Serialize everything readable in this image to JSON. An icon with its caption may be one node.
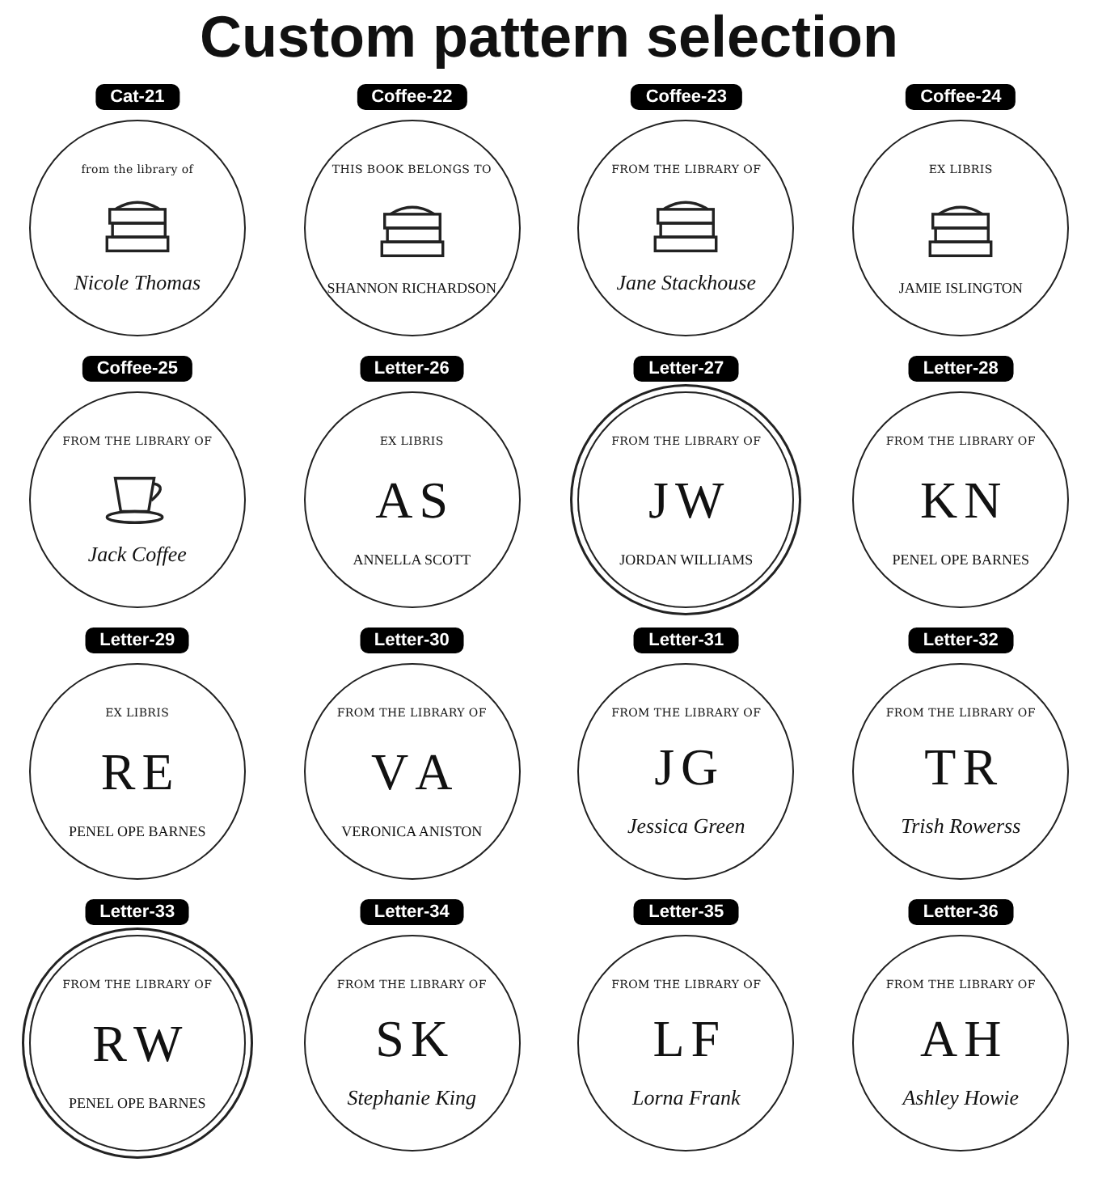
{
  "diagram": {
    "title": "Custom pattern selection",
    "nodes": [
      {
        "text": [
          "Cat-21"
        ]
      },
      {
        "text": [
          "from the library of",
          "Nicole Thomas"
        ]
      },
      {
        "text": [
          "Coffee-22"
        ]
      },
      {
        "text": [
          "THIS BOOK BELONGS TO",
          "SHANNON RICHARDSON"
        ]
      },
      {
        "text": [
          "Coffee-23"
        ]
      },
      {
        "text": [
          "FROM THE LIBRARY OF",
          "Jane Stackhouse"
        ]
      },
      {
        "text": [
          "Coffee-24"
        ]
      },
      {
        "text": [
          "EX LIBRIS",
          "JAMIE ISLINGTON"
        ]
      },
      {
        "text": [
          "Coffee-25"
        ]
      },
      {
        "text": [
          "FROM THE LIBRARY OF",
          "Jack Coffee"
        ]
      },
      {
        "text": [
          "Letter-26"
        ]
      },
      {
        "text": [
          "EX LIBRIS",
          "A",
          "S",
          "ANNELLA SCOTT"
        ]
      },
      {
        "text": [
          "Letter-27"
        ]
      },
      {
        "text": [
          "FROM THE LIBRARY OF",
          "J",
          "W",
          "JORDAN WILLIAMS"
        ]
      },
      {
        "text": [
          "Letter-28"
        ]
      },
      {
        "text": [
          "FROM THE LIBRARY OF",
          "K",
          "N",
          "PENEL OPE BARNES"
        ]
      },
      {
        "text": [
          "Letter-29"
        ]
      },
      {
        "text": [
          "EX LIBRIS",
          "R",
          "E",
          "PENEL OPE BARNES"
        ]
      },
      {
        "text": [
          "Letter-30"
        ]
      },
      {
        "text": [
          "FROM THE LIBRARY OF",
          "V",
          "A",
          "VERONICA ANISTON"
        ]
      },
      {
        "text": [
          "Letter-31"
        ]
      },
      {
        "text": [
          "FROM THE LIBRARY OF",
          "J",
          "G",
          "Jessica Green"
        ]
      },
      {
        "text": [
          "Letter-32"
        ]
      },
      {
        "text": [
          "FROM THE LIBRARY OF",
          "T",
          "R",
          "Trish Rowerss"
        ]
      },
      {
        "text": [
          "Letter-33"
        ]
      },
      {
        "text": [
          "FROM THE LIBRARY OF",
          "R",
          "W",
          "PENEL OPE BARNES"
        ]
      },
      {
        "text": [
          "Letter-34"
        ]
      },
      {
        "text": [
          "FROM THE LIBRARY OF",
          "S",
          "K",
          "Stephanie King"
        ]
      },
      {
        "text": [
          "Letter-35"
        ]
      },
      {
        "text": [
          "FROM THE LIBRARY OF",
          "L",
          "F",
          "Lorna Frank"
        ]
      },
      {
        "text": [
          "Letter-36"
        ]
      },
      {
        "text": [
          "FROM THE LIBRARY OF",
          "A",
          "H",
          "Ashley Howie"
        ]
      }
    ]
  }
}
